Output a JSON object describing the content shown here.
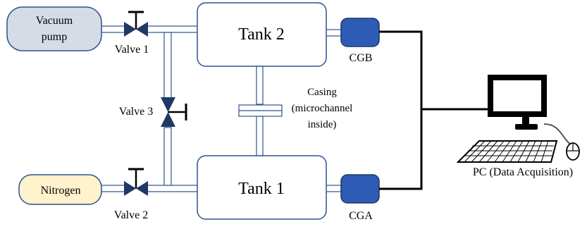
{
  "diagram": {
    "vacuum_pump": {
      "line1": "Vacuum",
      "line2": "pump"
    },
    "nitrogen": "Nitrogen",
    "valve1": "Valve 1",
    "valve2": "Valve 2",
    "valve3": "Valve 3",
    "tank2": "Tank 2",
    "tank1": "Tank 1",
    "casing": {
      "line1": "Casing",
      "line2": "(microchannel",
      "line3": "inside)"
    },
    "cgb": "CGB",
    "cga": "CGA",
    "pc": "PC (Data Acquisition)"
  },
  "colors": {
    "vacuum_pump_fill": "#D6DCE5",
    "nitrogen_fill": "#FFF2CC",
    "component_outline": "#2F528F",
    "sensor_fill": "#2E5BB5",
    "valve_fill": "#1F3864",
    "wire": "#000000"
  }
}
